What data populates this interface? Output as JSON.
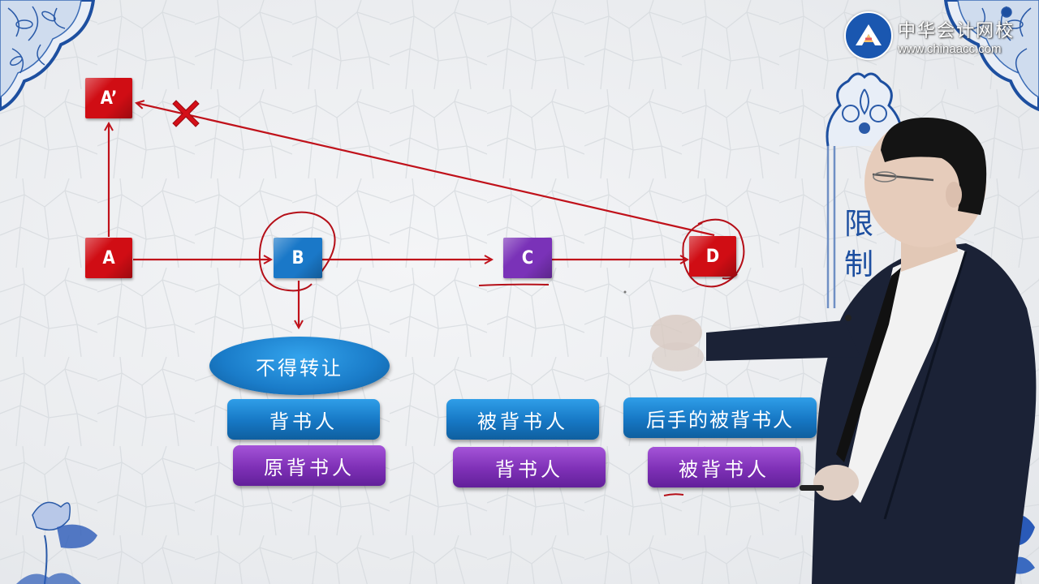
{
  "brand": {
    "name": "中华会计网校",
    "url": "www.chinaacc.com",
    "logo_color": "#1a57b0"
  },
  "side_title": [
    "限",
    "制"
  ],
  "diagram": {
    "nodes": {
      "a_prime": {
        "label": "A’",
        "color": "#d00d14"
      },
      "a": {
        "label": "A",
        "color": "#d00d14"
      },
      "b": {
        "label": "B",
        "color": "#1a78c8"
      },
      "c": {
        "label": "C",
        "color": "#7a32b8"
      },
      "d": {
        "label": "D",
        "color": "#d00d14"
      }
    },
    "edges": [
      {
        "from": "A",
        "to": "A’"
      },
      {
        "from": "A",
        "to": "B"
      },
      {
        "from": "B",
        "to": "C"
      },
      {
        "from": "C",
        "to": "D"
      },
      {
        "from": "D",
        "to": "A’",
        "blocked": true
      },
      {
        "from": "B",
        "to": "不得转让"
      }
    ],
    "annotations": {
      "circled": [
        "B",
        "D"
      ],
      "underlined": [
        "C",
        "被背书人(D下)"
      ],
      "cross_mark": "blocked recourse D→A’"
    },
    "restriction_label": "不得转让",
    "b_labels": {
      "blue": "背书人",
      "purple": "原背书人"
    },
    "c_labels": {
      "blue": "被背书人",
      "purple": "背书人"
    },
    "d_labels": {
      "blue": "后手的被背书人",
      "purple": "被背书人"
    }
  },
  "colors": {
    "arrow": "#c0111a",
    "blue_box": "#1a78c8",
    "purple_box": "#7e30b6",
    "decor_blue": "#1d4fa0"
  }
}
